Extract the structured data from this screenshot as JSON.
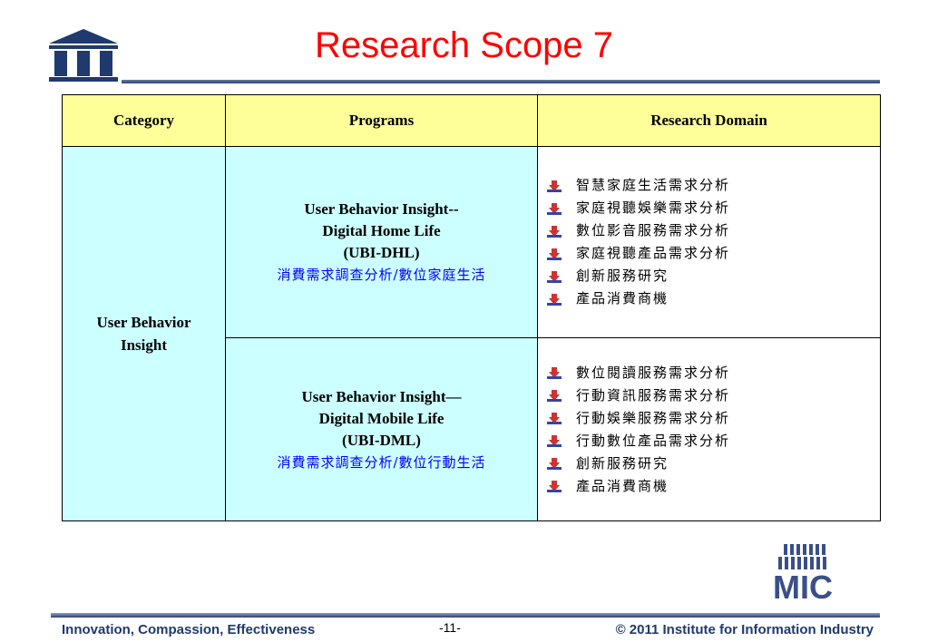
{
  "slide": {
    "title": "Research Scope 7"
  },
  "table": {
    "headers": {
      "category": "Category",
      "programs": "Programs",
      "domain": "Research Domain"
    },
    "category": {
      "line1": "User Behavior",
      "line2": "Insight"
    },
    "rows": [
      {
        "program_lines": [
          "User Behavior Insight--",
          "Digital Home Life",
          "(UBI-DHL)"
        ],
        "program_zh": "消費需求調查分析/數位家庭生活",
        "domains": [
          "智慧家庭生活需求分析",
          "家庭視聽娛樂需求分析",
          "數位影音服務需求分析",
          "家庭視聽產品需求分析",
          "創新服務研究",
          "產品消費商機"
        ]
      },
      {
        "program_lines": [
          "User Behavior Insight—",
          "Digital Mobile Life",
          "(UBI-DML)"
        ],
        "program_zh": "消費需求調查分析/數位行動生活",
        "domains": [
          "數位閱讀服務需求分析",
          "行動資訊服務需求分析",
          "行動娛樂服務需求分析",
          "行動數位產品需求分析",
          "創新服務研究",
          "產品消費商機"
        ]
      }
    ]
  },
  "logo": {
    "mic_text": "MIC"
  },
  "footer": {
    "tagline": "Innovation, Compassion, Effectiveness",
    "page": "-11-",
    "copyright": "© 2011 Institute for Information Industry"
  },
  "colors": {
    "title": "#ff0000",
    "header_bg": "#ffff99",
    "cell_bg": "#ccffff",
    "program_zh": "#0000ff",
    "footer_text": "#1f3a6e"
  }
}
